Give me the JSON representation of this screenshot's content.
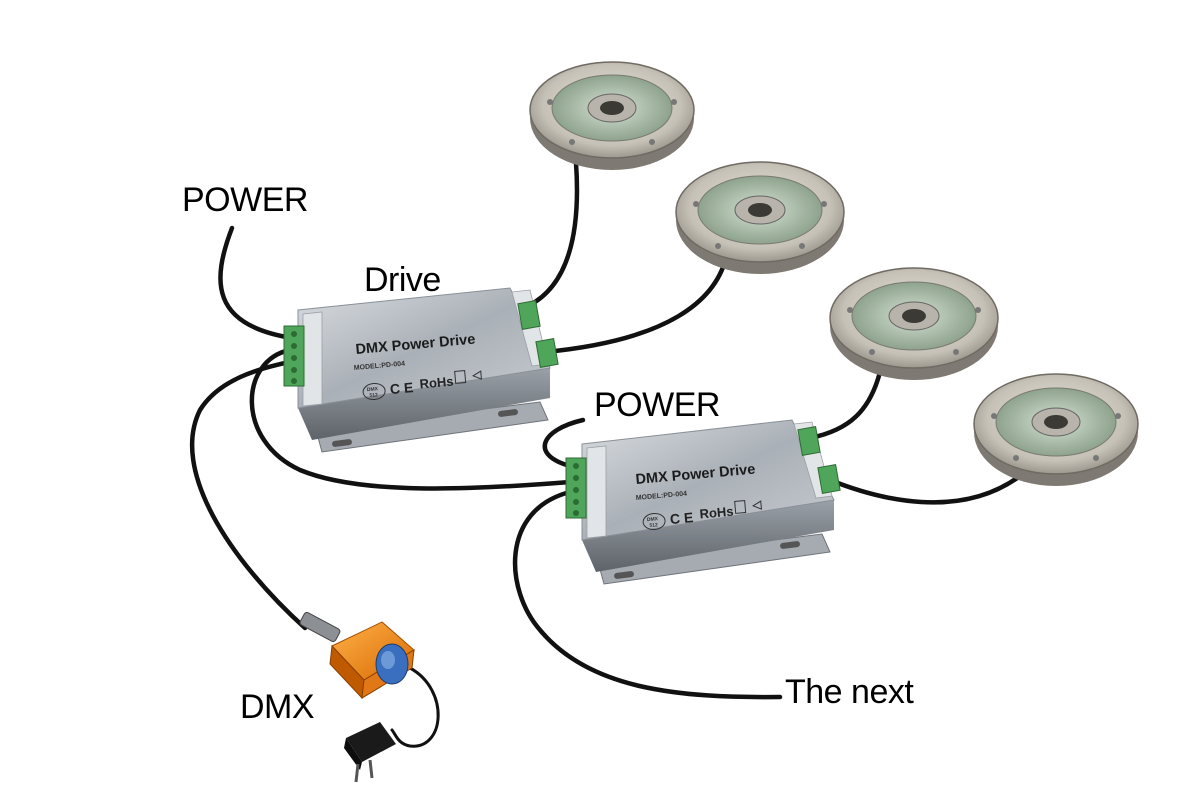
{
  "labels": {
    "power_top": "POWER",
    "drive": "Drive",
    "power_mid": "POWER",
    "dmx": "DMX",
    "next": "The next"
  },
  "drive_box": {
    "title": "DMX Power Drive",
    "model": "MODEL:PD-004",
    "ce": "C E",
    "rohs": "RoHs",
    "dmx_badge_line1": "DMX",
    "dmx_badge_line2": "512"
  },
  "colors": {
    "cable": "#111111",
    "box_body": "#b9bec4",
    "terminal": "#4fa65a",
    "lamp_ring": "#c9c4bb",
    "lamp_lens": "#a8b8a6",
    "controller": "#f28a1c"
  }
}
